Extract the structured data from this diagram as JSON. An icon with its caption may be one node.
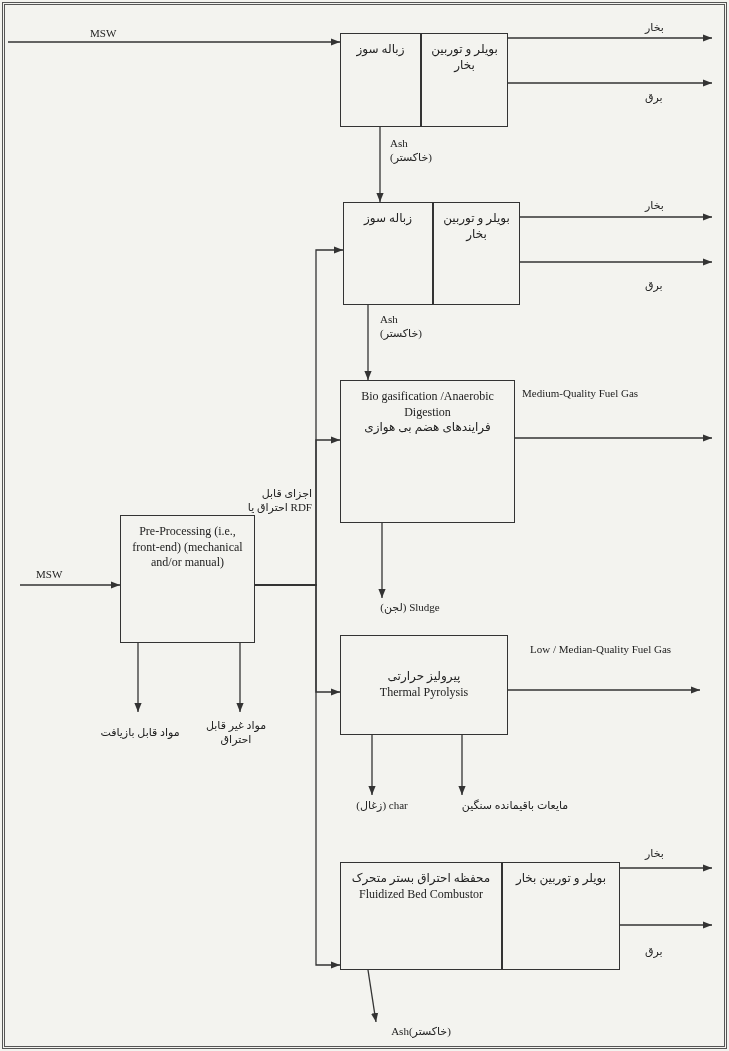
{
  "diagram": {
    "nodes": [
      {
        "text": [
          "زباله سوز"
        ]
      },
      {
        "text": [
          "بویلر و توربین بخار"
        ]
      },
      {
        "text": [
          "زباله سوز"
        ]
      },
      {
        "text": [
          "بویلر و توربین بخار"
        ]
      },
      {
        "text": [
          "Bio gasification /Anaerobic Digestion",
          "فرایندهای هضم بی هوازی"
        ]
      },
      {
        "text": [
          "Pre-Processing (i.e., front-end) (mechanical and/or manual)"
        ]
      },
      {
        "text": [
          "(لجن) Sludge"
        ]
      },
      {
        "text": [
          "پیرولیز حرارتی",
          "Thermal Pyrolysis"
        ]
      },
      {
        "text": [
          "مواد قابل بازیافت"
        ]
      },
      {
        "text": [
          "مواد غیر قابل احتراق"
        ]
      },
      {
        "text": [
          "(زغال) char"
        ]
      },
      {
        "text": [
          "مایعات باقیمانده سنگین"
        ]
      },
      {
        "text": [
          "محفظه احتراق بستر متحرک",
          "Fluidized Bed Combustor"
        ]
      },
      {
        "text": [
          "بویلر و توربین بخار"
        ]
      },
      {
        "text": [
          "Ash(خاکستر)"
        ]
      }
    ],
    "edges": [
      {
        "from": null,
        "to": 0,
        "arrow": "to",
        "label": "MSW"
      },
      {
        "from": 1,
        "to": null,
        "arrow": "to",
        "label": "بخار"
      },
      {
        "from": 1,
        "to": null,
        "arrow": "to",
        "label": "برق"
      },
      {
        "from": 0,
        "to": 2,
        "arrow": "to",
        "label": "Ash (خاکستر)"
      },
      {
        "from": 3,
        "to": null,
        "arrow": "to",
        "label": "بخار"
      },
      {
        "from": 3,
        "to": null,
        "arrow": "to",
        "label": "برق"
      },
      {
        "from": 2,
        "to": 4,
        "arrow": "to",
        "label": "Ash (خاکستر)"
      },
      {
        "from": 4,
        "to": null,
        "arrow": "to",
        "label": "Medium-Quality Fuel Gas"
      },
      {
        "from": 4,
        "to": 6,
        "arrow": "to"
      },
      {
        "from": null,
        "to": 5,
        "arrow": "to",
        "label": "MSW"
      },
      {
        "from": 5,
        "to": 2,
        "arrow": "to",
        "label": "اجزای قابل احتراق یا RDF"
      },
      {
        "from": 5,
        "to": 4,
        "arrow": "to"
      },
      {
        "from": 5,
        "to": 7,
        "arrow": "to"
      },
      {
        "from": 5,
        "to": 12,
        "arrow": "to"
      },
      {
        "from": 5,
        "to": 8,
        "arrow": "to"
      },
      {
        "from": 5,
        "to": 9,
        "arrow": "to"
      },
      {
        "from": 7,
        "to": null,
        "arrow": "to",
        "label": "Low / Median-Quality Fuel Gas"
      },
      {
        "from": 7,
        "to": 10,
        "arrow": "to"
      },
      {
        "from": 7,
        "to": 11,
        "arrow": "to"
      },
      {
        "from": 13,
        "to": null,
        "arrow": "to",
        "label": "بخار"
      },
      {
        "from": 13,
        "to": null,
        "arrow": "to",
        "label": "برق"
      },
      {
        "from": 12,
        "to": 14,
        "arrow": "to"
      }
    ]
  }
}
